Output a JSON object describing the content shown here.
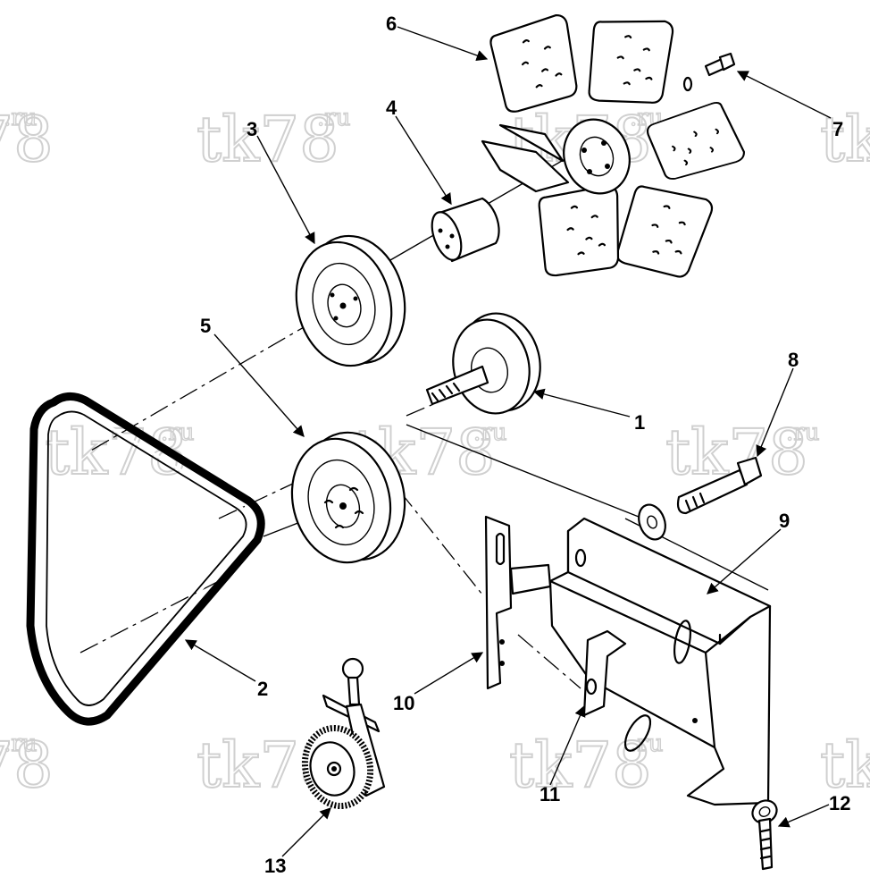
{
  "watermark": {
    "main": "tk78",
    "sup": ".ru"
  },
  "callouts": {
    "c1": "1",
    "c2": "2",
    "c3": "3",
    "c4": "4",
    "c5": "5",
    "c6": "6",
    "c7": "7",
    "c8": "8",
    "c9": "9",
    "c10": "10",
    "c11": "11",
    "c12": "12",
    "c13": "13"
  }
}
